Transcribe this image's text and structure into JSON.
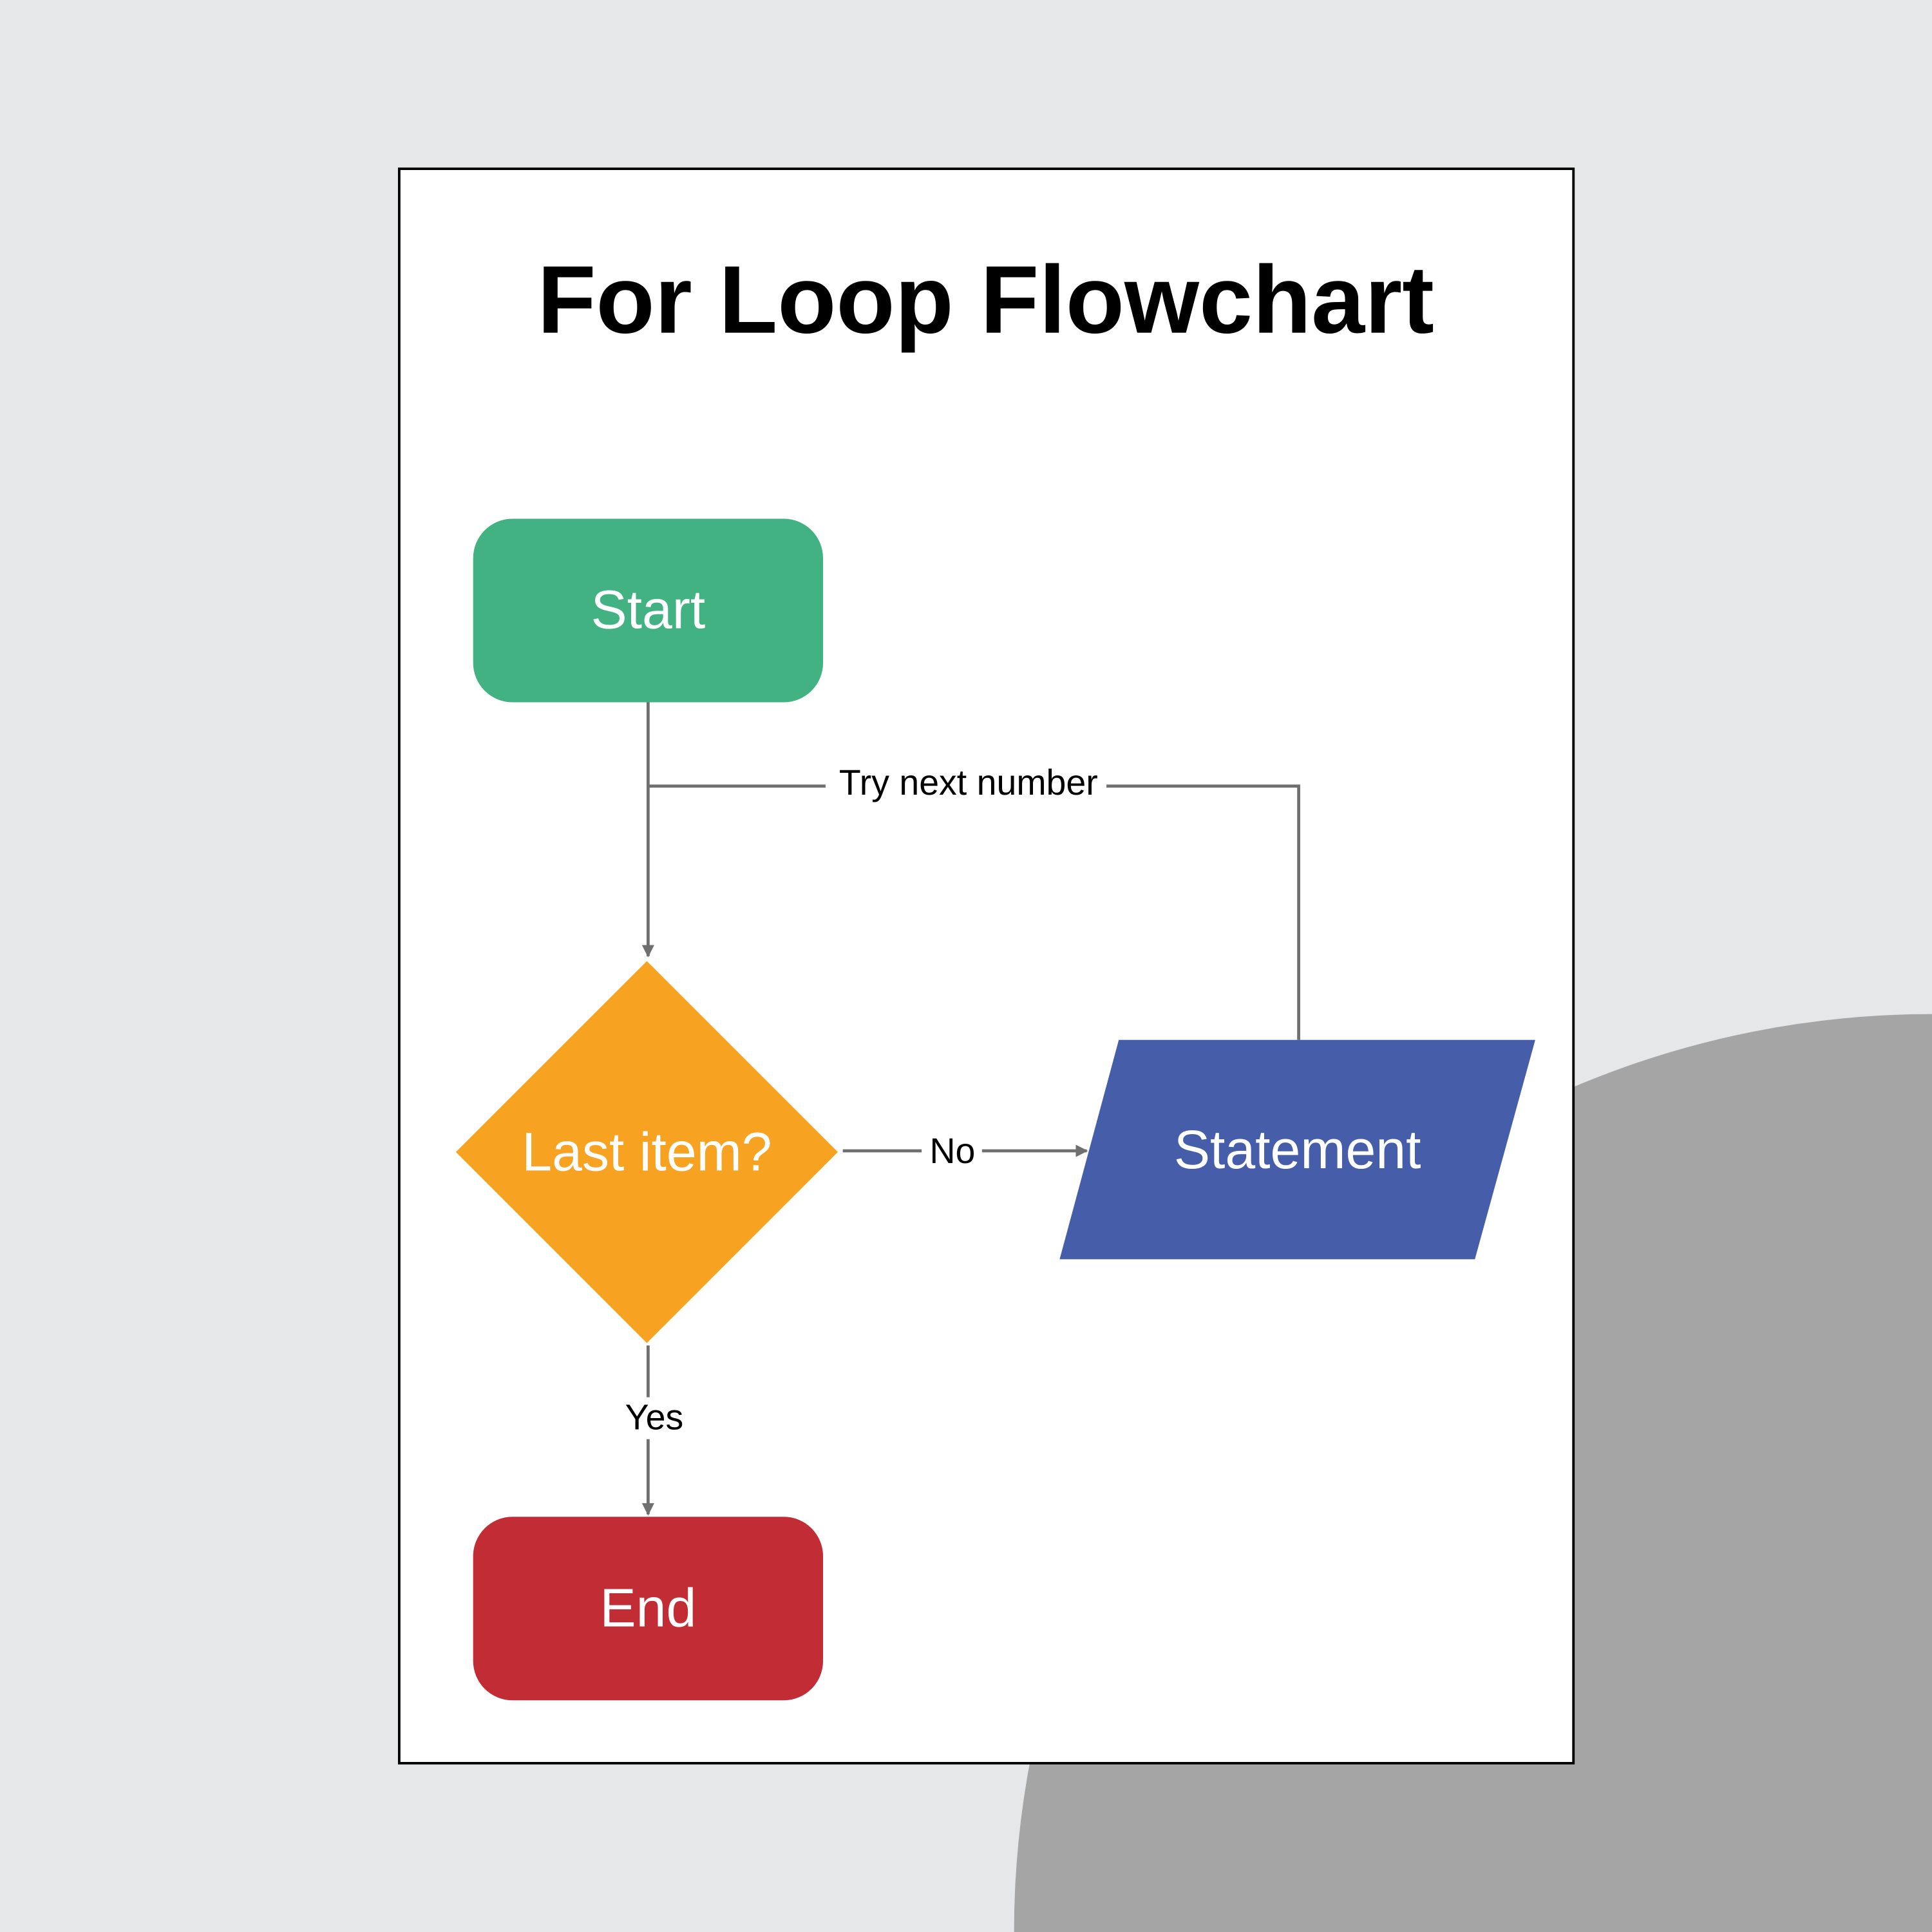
{
  "title": "For Loop Flowchart",
  "colors": {
    "background": "#e6e7e9",
    "accent_circle": "#a5a5a5",
    "start": "#43b283",
    "decision": "#f8a221",
    "statement": "#465ea9",
    "end": "#c22c35",
    "connector": "#6f6f6f"
  },
  "nodes": {
    "start": "Start",
    "decision": "Last item?",
    "statement": "Statement",
    "end": "End"
  },
  "edges": {
    "loop_back": "Try next number",
    "no": "No",
    "yes": "Yes"
  }
}
